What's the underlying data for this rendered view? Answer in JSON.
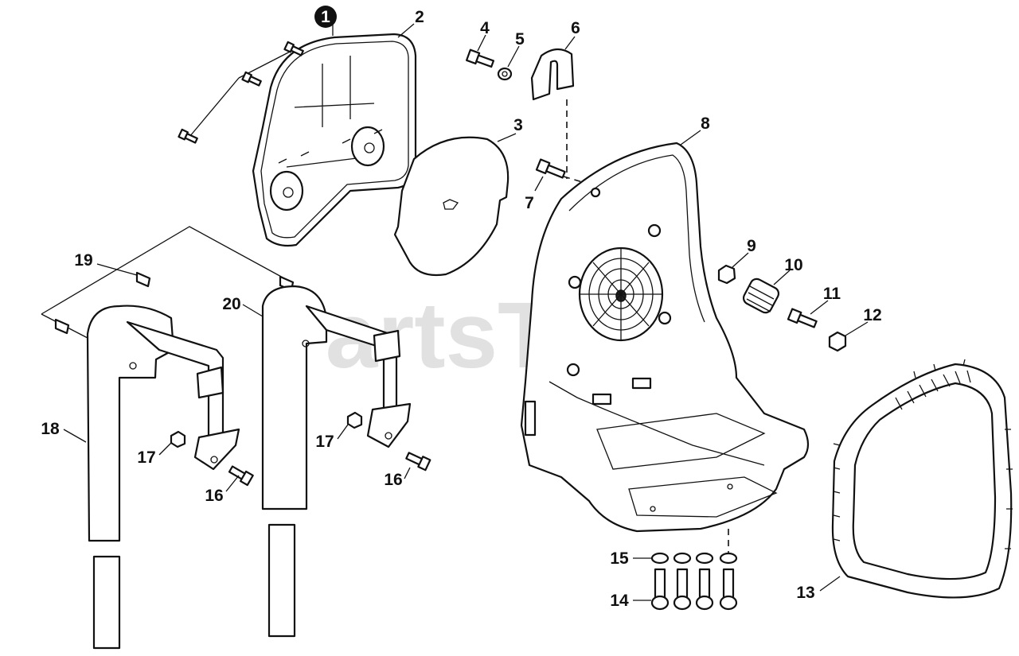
{
  "watermark": "PartsTree",
  "callouts": {
    "c1": "1",
    "c2": "2",
    "c3": "3",
    "c4": "4",
    "c5": "5",
    "c6": "6",
    "c7": "7",
    "c8": "8",
    "c9": "9",
    "c10": "10",
    "c11": "11",
    "c12": "12",
    "c13": "13",
    "c14": "14",
    "c15": "15",
    "c16a": "16",
    "c16b": "16",
    "c17a": "17",
    "c17b": "17",
    "c18": "18",
    "c19": "19",
    "c20": "20"
  },
  "colors": {
    "line": "#111111",
    "background": "#ffffff",
    "watermark": "#c9c9c9"
  }
}
